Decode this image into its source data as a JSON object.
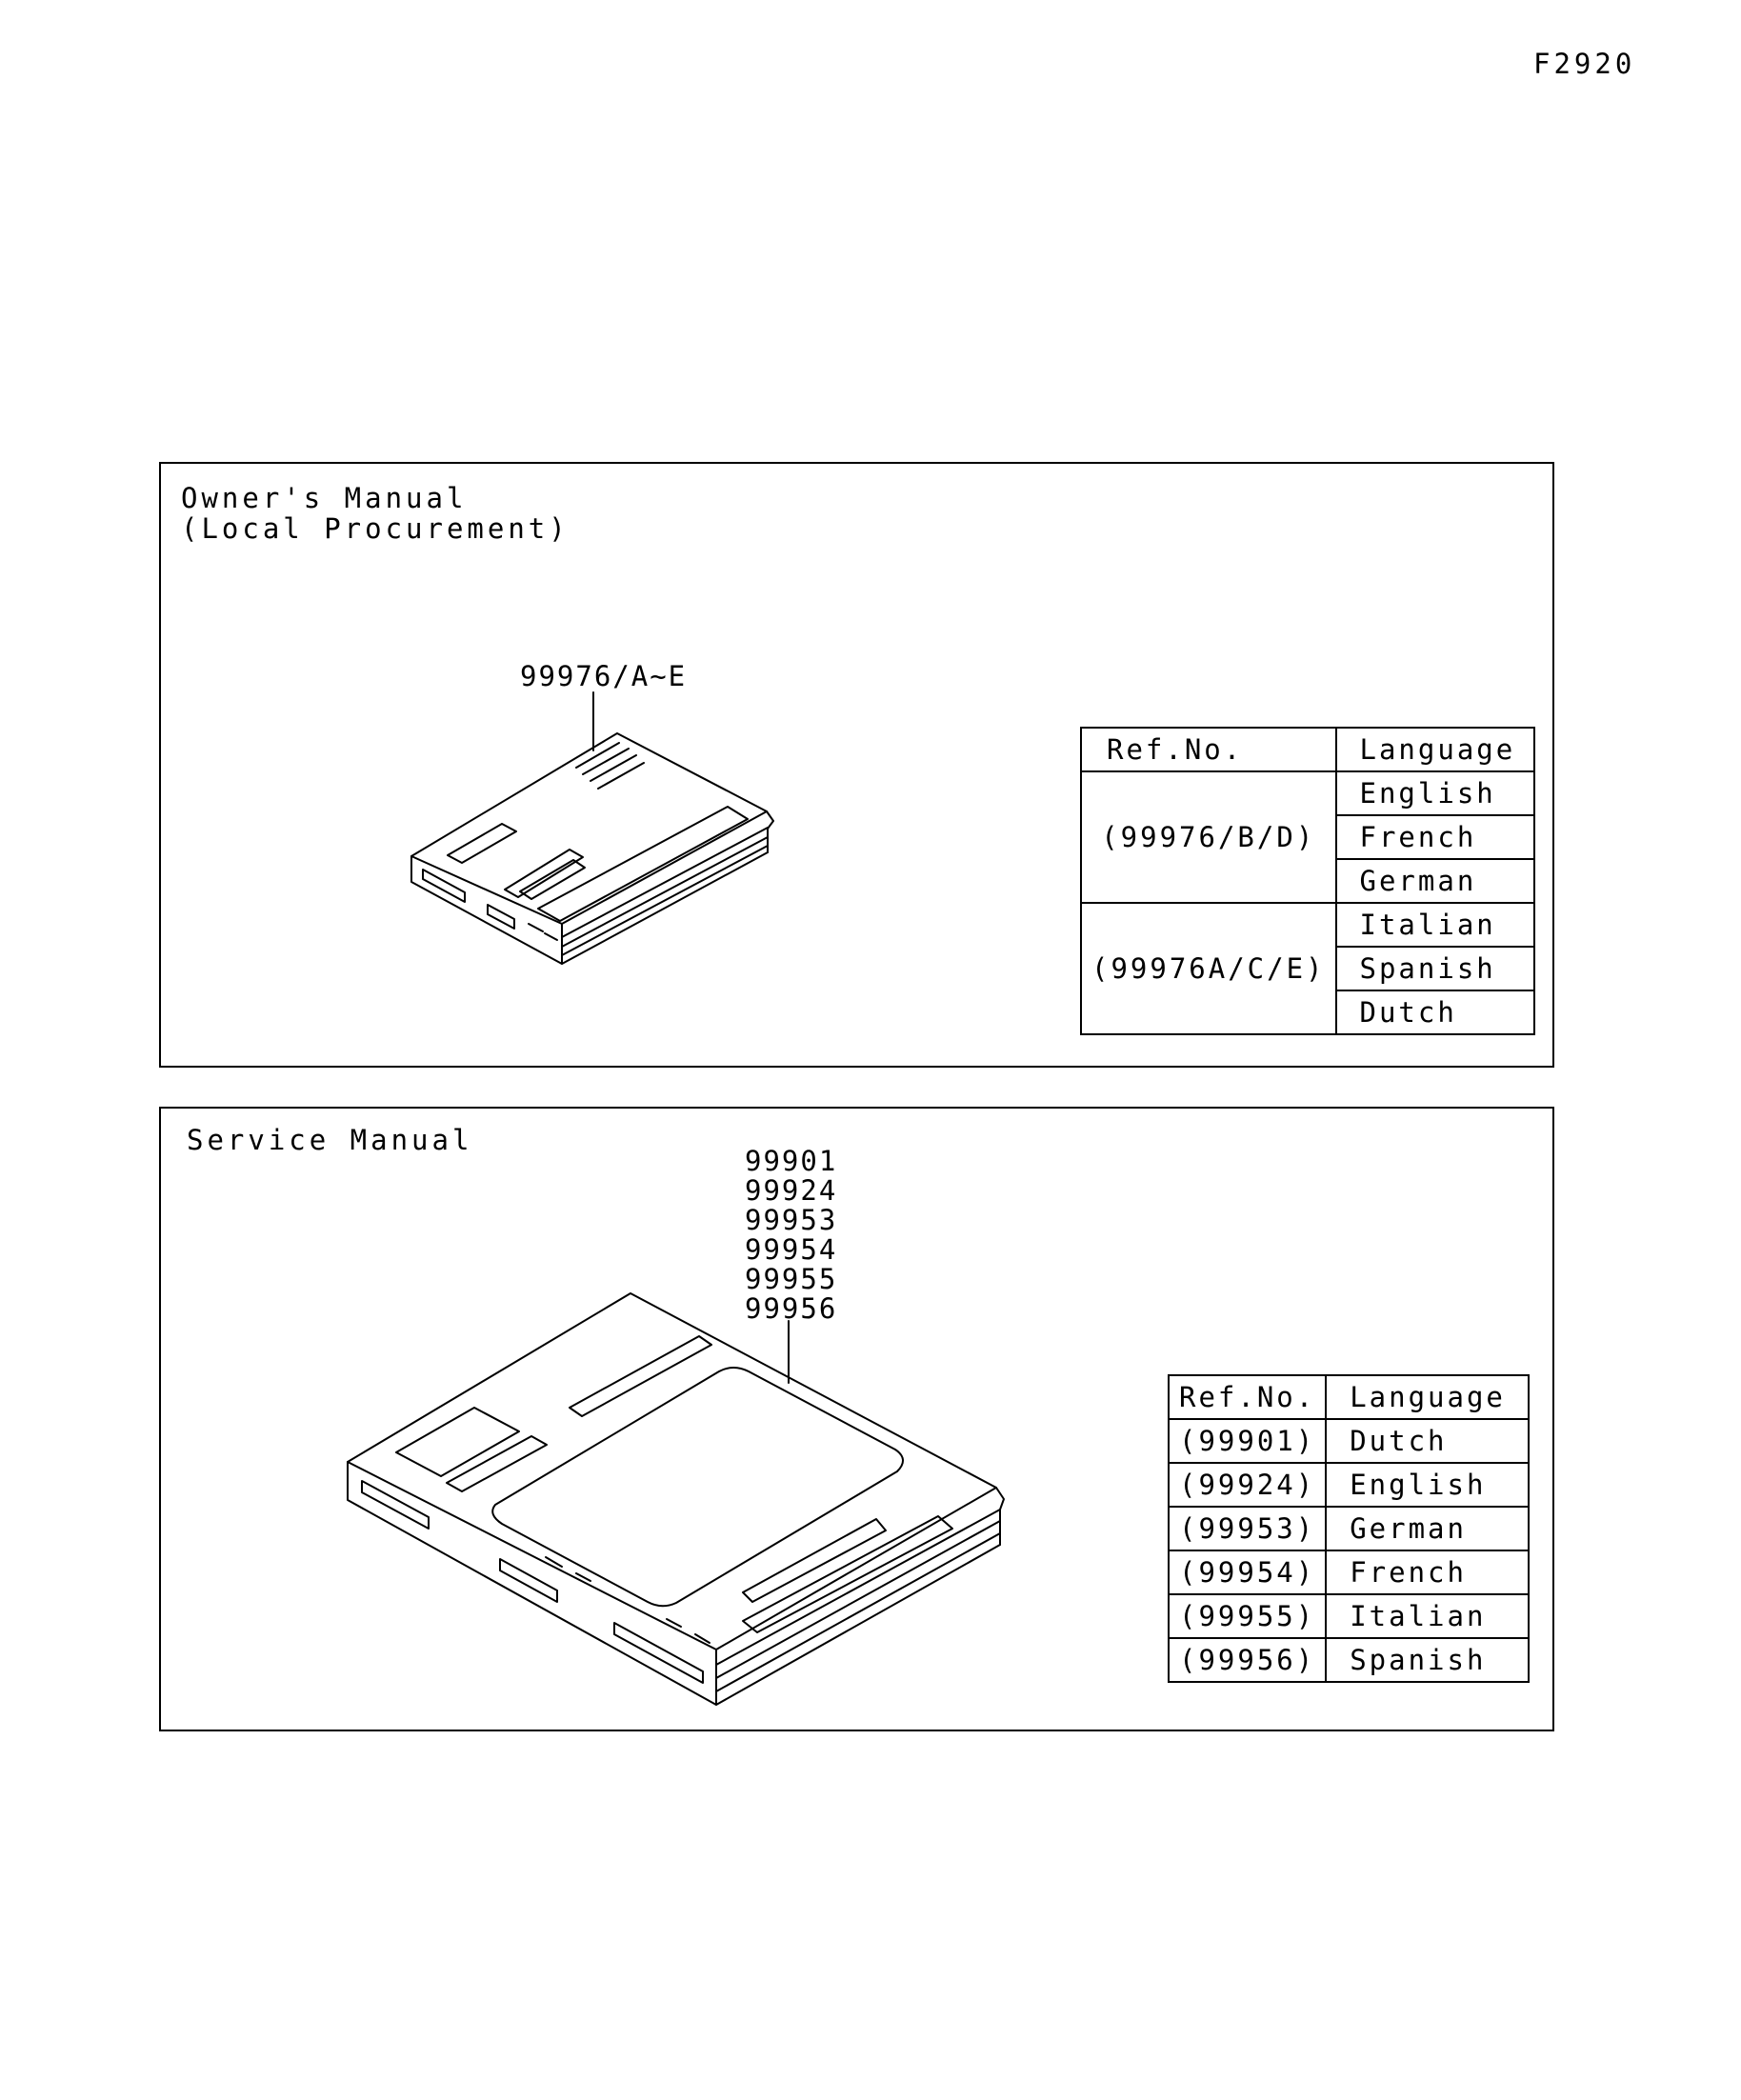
{
  "figure_code": "F2920",
  "owners_manual": {
    "title_line1": "Owner's Manual",
    "title_line2": "(Local Procurement)",
    "callout": "99976/A~E",
    "table": {
      "headers": [
        "Ref.No.",
        "Language"
      ],
      "groups": [
        {
          "ref": "(99976/B/D)",
          "languages": [
            "English",
            "French",
            "German"
          ]
        },
        {
          "ref": "(99976A/C/E)",
          "languages": [
            "Italian",
            "Spanish",
            "Dutch"
          ]
        }
      ]
    }
  },
  "service_manual": {
    "title": "Service Manual",
    "callouts": [
      "99901",
      "99924",
      "99953",
      "99954",
      "99955",
      "99956"
    ],
    "table": {
      "headers": [
        "Ref.No.",
        "Language"
      ],
      "rows": [
        {
          "ref": "(99901)",
          "language": "Dutch"
        },
        {
          "ref": "(99924)",
          "language": "English"
        },
        {
          "ref": "(99953)",
          "language": "German"
        },
        {
          "ref": "(99954)",
          "language": "French"
        },
        {
          "ref": "(99955)",
          "language": "Italian"
        },
        {
          "ref": "(99956)",
          "language": "Spanish"
        }
      ]
    }
  }
}
